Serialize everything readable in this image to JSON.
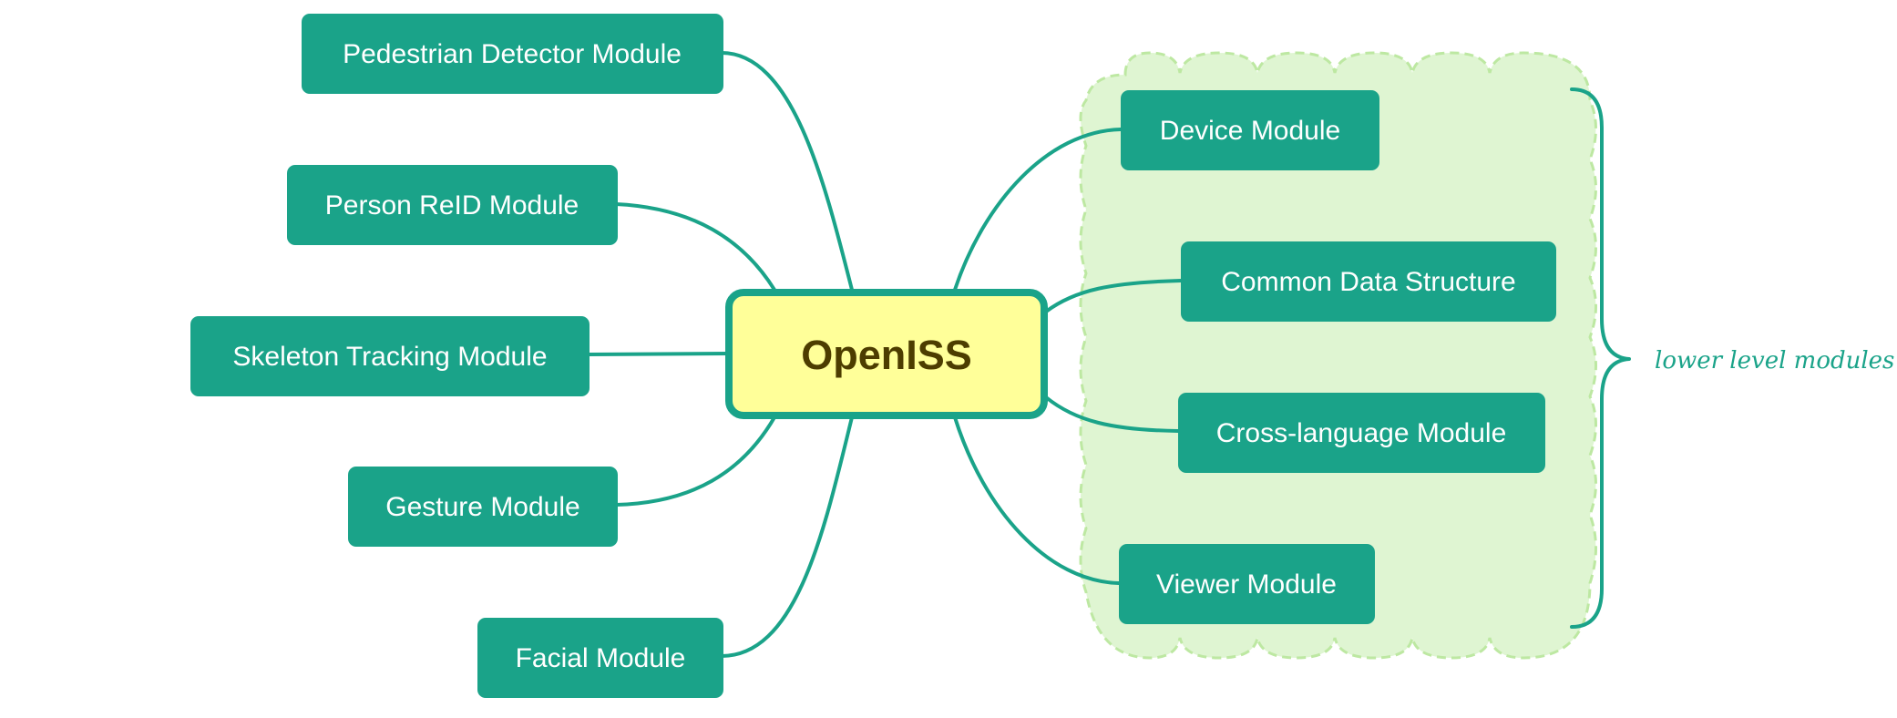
{
  "central": {
    "label": "OpenISS"
  },
  "left_modules": [
    {
      "label": "Pedestrian Detector Module"
    },
    {
      "label": "Person ReID Module"
    },
    {
      "label": "Skeleton Tracking Module"
    },
    {
      "label": "Gesture Module"
    },
    {
      "label": "Facial Module"
    }
  ],
  "right_modules": [
    {
      "label": "Device Module"
    },
    {
      "label": "Common Data Structure"
    },
    {
      "label": "Cross-language Module"
    },
    {
      "label": "Viewer Module"
    }
  ],
  "annotation": {
    "label": "lower level modules"
  },
  "colors": {
    "node": "#1aa389",
    "central_fill": "#ffff99",
    "central_text": "#4d3d00",
    "cloud_fill": "#dff5d2",
    "cloud_stroke": "#bde8a2"
  }
}
